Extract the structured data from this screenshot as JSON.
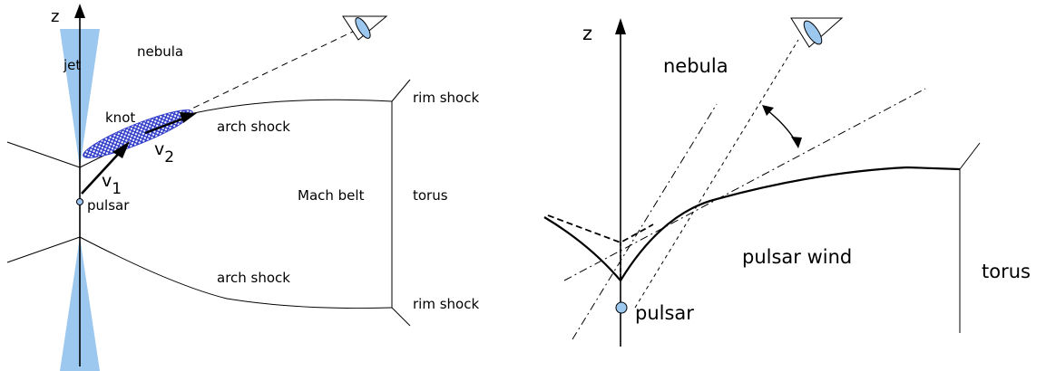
{
  "left_panel": {
    "axis_label": "z",
    "labels": {
      "jet": "jet",
      "nebula": "nebula",
      "knot": "knot",
      "arch_shock_top": "arch shock",
      "v2": "v",
      "v2_sub": "2",
      "v1": "v",
      "v1_sub": "1",
      "pulsar": "pulsar",
      "mach_belt": "Mach belt",
      "torus": "torus",
      "rim_shock_top": "rim shock",
      "arch_shock_bottom": "arch shock",
      "rim_shock_bottom": "rim shock"
    }
  },
  "right_panel": {
    "axis_label": "z",
    "labels": {
      "nebula": "nebula",
      "pulsar_wind": "pulsar wind",
      "torus": "torus",
      "pulsar": "pulsar"
    }
  },
  "colors": {
    "jet_fill": "#9cc8f0",
    "pulsar_fill": "#9cc8f0",
    "knot_fill": "#2a36c8",
    "eye_iris": "#9cc8f0",
    "line": "#000000"
  },
  "icons": {
    "observer": "eye-icon"
  }
}
